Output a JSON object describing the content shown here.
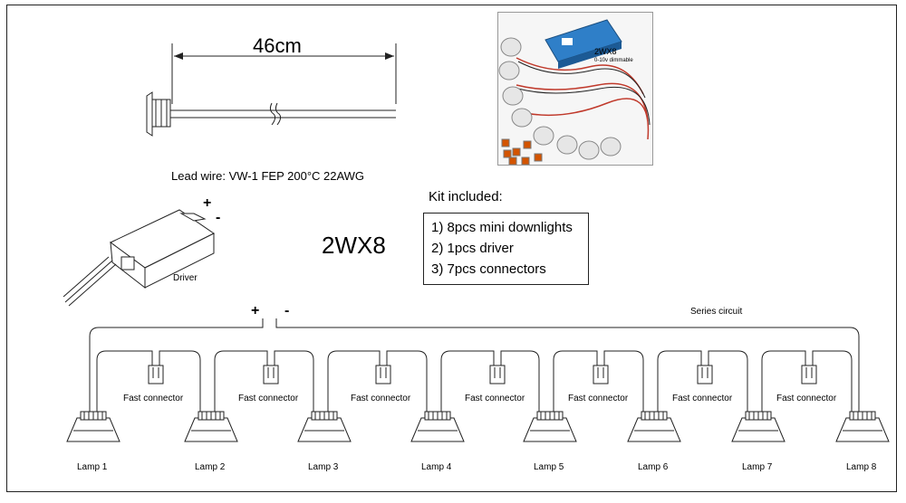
{
  "dimension": {
    "length": "46cm"
  },
  "lead_wire": "Lead wire: VW-1 FEP 200°C   22AWG",
  "driver": {
    "label": "Driver",
    "plus": "+",
    "minus": "-"
  },
  "model": "2WX8",
  "product_photo": {
    "driver_model": "2WX8",
    "driver_spec": "0-10v dimmable"
  },
  "kit": {
    "title": "Kit included:",
    "items": [
      "1) 8pcs mini downlights",
      "2) 1pcs driver",
      "3) 7pcs connectors"
    ]
  },
  "circuit": {
    "plus": "+",
    "minus": "-",
    "title": "Series circuit",
    "connector_label": "Fast connector",
    "lamps": [
      "Lamp 1",
      "Lamp 2",
      "Lamp 3",
      "Lamp 4",
      "Lamp 5",
      "Lamp 6",
      "Lamp 7",
      "Lamp 8"
    ]
  }
}
